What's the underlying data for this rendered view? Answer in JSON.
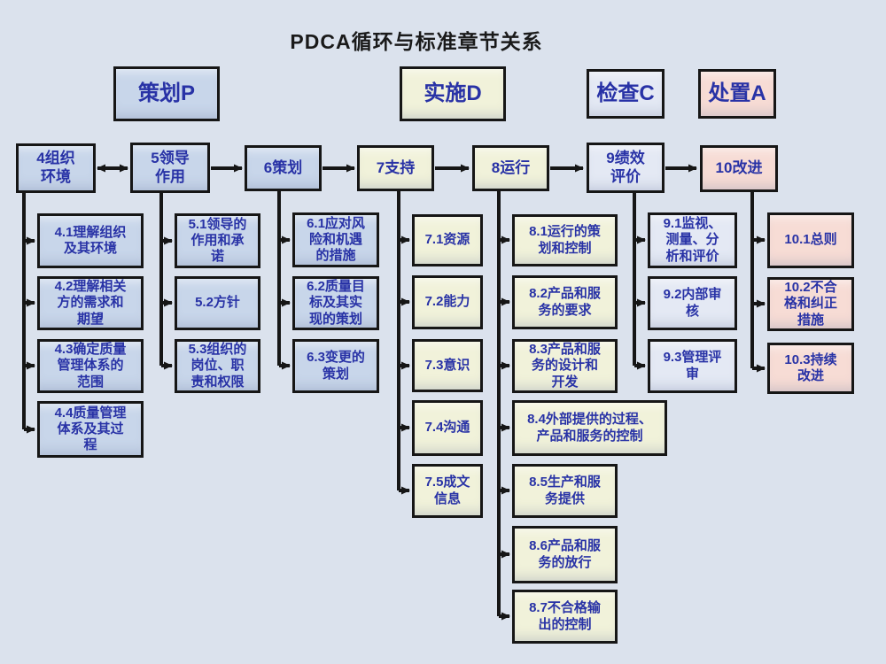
{
  "title": "PDCA循环与标准章节关系",
  "pdca": {
    "plan": {
      "label": "策划P"
    },
    "do": {
      "label": "实施D"
    },
    "check": {
      "label": "检查C"
    },
    "act": {
      "label": "处置A"
    }
  },
  "chapters": [
    {
      "id": "4",
      "label": "4组织\n环境",
      "subs": [
        "4.1理解组织\n及其环境",
        "4.2理解相关\n方的需求和\n期望",
        "4.3确定质量\n管理体系的\n范围",
        "4.4质量管理\n体系及其过\n程"
      ]
    },
    {
      "id": "5",
      "label": "5领导\n作用",
      "subs": [
        "5.1领导的\n作用和承\n诺",
        "5.2方针",
        "5.3组织的\n岗位、职\n责和权限"
      ]
    },
    {
      "id": "6",
      "label": "6策划",
      "subs": [
        "6.1应对风\n险和机遇\n的措施",
        "6.2质量目\n标及其实\n现的策划",
        "6.3变更的\n策划"
      ]
    },
    {
      "id": "7",
      "label": "7支持",
      "subs": [
        "7.1资源",
        "7.2能力",
        "7.3意识",
        "7.4沟通",
        "7.5成文\n信息"
      ]
    },
    {
      "id": "8",
      "label": "8运行",
      "subs": [
        "8.1运行的策\n划和控制",
        "8.2产品和服\n务的要求",
        "8.3产品和服\n务的设计和\n开发",
        "8.4外部提供的过程、\n产品和服务的控制",
        "8.5生产和服\n务提供",
        "8.6产品和服\n务的放行",
        "8.7不合格输\n出的控制"
      ]
    },
    {
      "id": "9",
      "label": "9绩效\n评价",
      "subs": [
        "9.1监视、\n测量、分\n析和评价",
        "9.2内部审\n核",
        "9.3管理评\n审"
      ]
    },
    {
      "id": "10",
      "label": "10改进",
      "subs": [
        "10.1总则",
        "10.2不合\n格和纠正\n措施",
        "10.3持续\n改进"
      ]
    }
  ],
  "colors": {
    "background": "#dbe2ed",
    "plan_fill": "#c8d6ea",
    "do_fill": "#f1f2da",
    "check_fill": "#e4e9f4",
    "act_fill": "#f7dcd5",
    "border": "#161616",
    "text": "#2832a6",
    "title_text": "#1a1a1a"
  }
}
